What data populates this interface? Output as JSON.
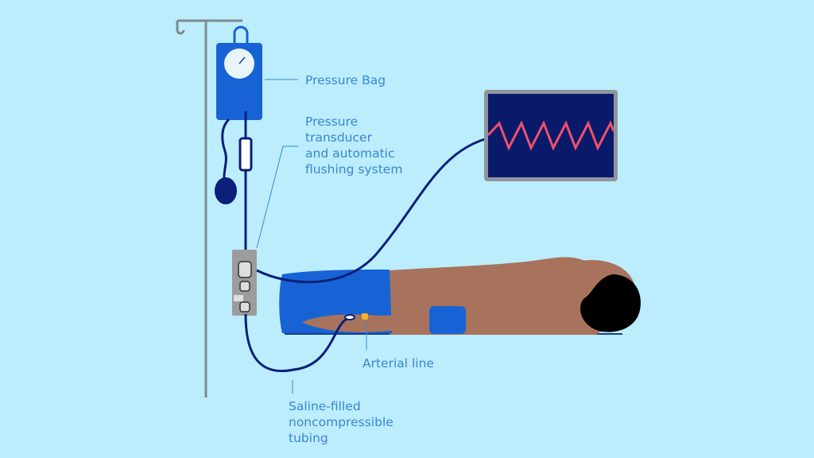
{
  "title": "Arterial line pressure monitoring setup",
  "labels": {
    "pressure_bag": "Pressure Bag",
    "transducer": [
      "Pressure",
      "transducer",
      "and automatic",
      "flushing system"
    ],
    "arterial_line": "Arterial line",
    "tubing": [
      "Saline-filled",
      "noncompressible",
      "tubing"
    ]
  },
  "colors": {
    "background": "#bbedfc",
    "label": "#3a86d6",
    "bag": "#1763d6",
    "tubing": "#0b1f7a",
    "monitor_screen": "#0a1a6b",
    "waveform": "#f0506a",
    "skin": "#a8735c"
  }
}
